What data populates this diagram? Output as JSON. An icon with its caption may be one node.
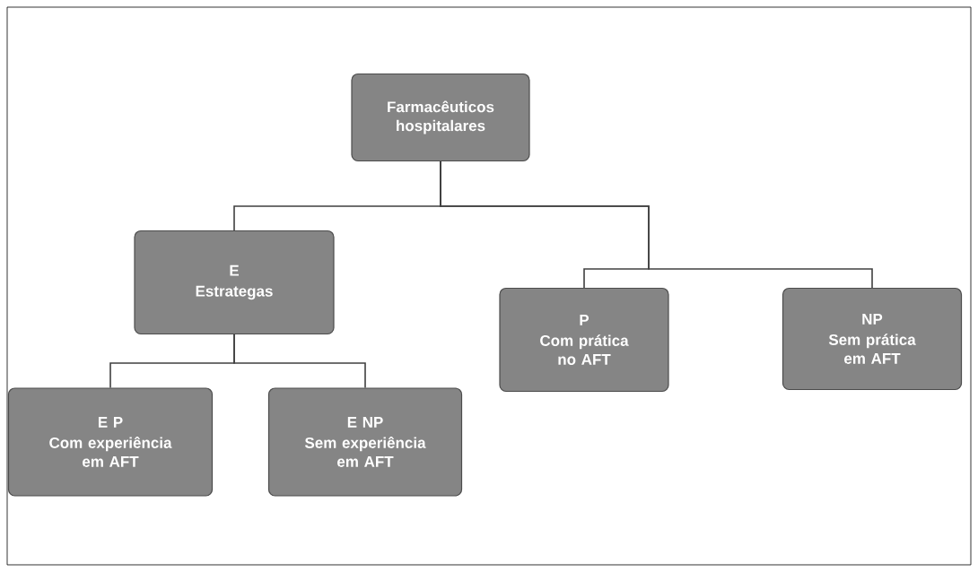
{
  "diagram": {
    "nodes": [
      {
        "text": [
          "Farmacêuticos hospitalares"
        ]
      },
      {
        "text": [
          "E",
          "Estrategas"
        ]
      },
      {
        "text": [
          "E P",
          "Com experiência em AFT"
        ]
      },
      {
        "text": [
          "E NP",
          "Sem experiência em AFT"
        ]
      },
      {
        "text": [
          "P",
          "Com prática no AFT"
        ]
      },
      {
        "text": [
          "NP",
          "Sem prática em AFT"
        ]
      }
    ],
    "edges": [
      {
        "from": 0,
        "to": 1,
        "arrow": "none"
      },
      {
        "from": 0,
        "to": 4,
        "arrow": "none"
      },
      {
        "from": 0,
        "to": 5,
        "arrow": "none"
      },
      {
        "from": 1,
        "to": 2,
        "arrow": "none"
      },
      {
        "from": 1,
        "to": 3,
        "arrow": "none"
      }
    ]
  }
}
